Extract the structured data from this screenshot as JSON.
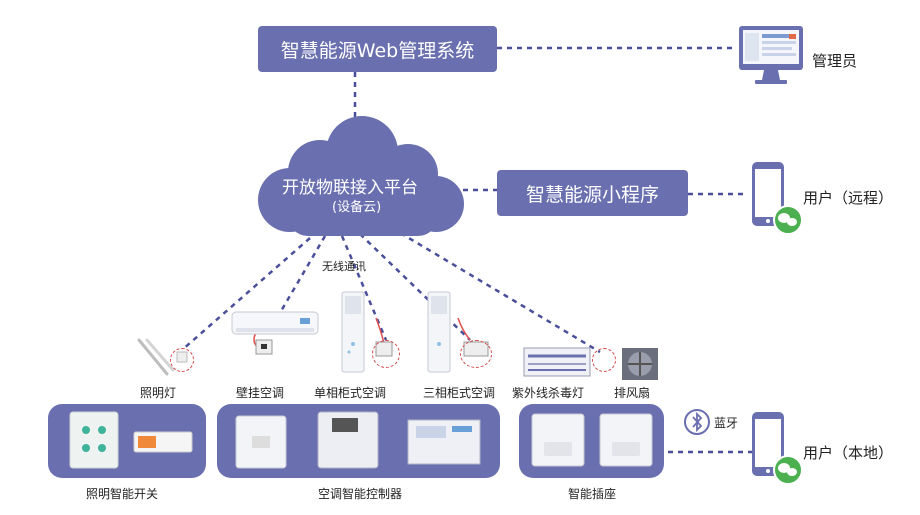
{
  "web_system": {
    "label": "智慧能源Web管理系统"
  },
  "admin": {
    "label": "管理员"
  },
  "cloud": {
    "title": "开放物联接入平台",
    "subtitle": "(设备云)"
  },
  "mini_program": {
    "label": "智慧能源小程序"
  },
  "user_remote": {
    "label": "用户（远程）"
  },
  "user_local": {
    "label": "用户（本地）"
  },
  "wireless": {
    "label": "无线通讯"
  },
  "bluetooth": {
    "label": "蓝牙"
  },
  "devices": {
    "lighting": "照明灯",
    "wall_ac": "壁挂空调",
    "single_phase_ac": "单相柜式空调",
    "three_phase_ac": "三相柜式空调",
    "uv_lamp": "紫外线杀毒灯",
    "exhaust_fan": "排风扇"
  },
  "panels": {
    "lighting_switch": "照明智能开关",
    "ac_controller": "空调智能控制器",
    "smart_socket": "智能插座"
  },
  "colors": {
    "box": "#6a6faf",
    "line": "#4a4f9a",
    "cloud": "#6a6faf",
    "wechat": "#4caf50"
  }
}
